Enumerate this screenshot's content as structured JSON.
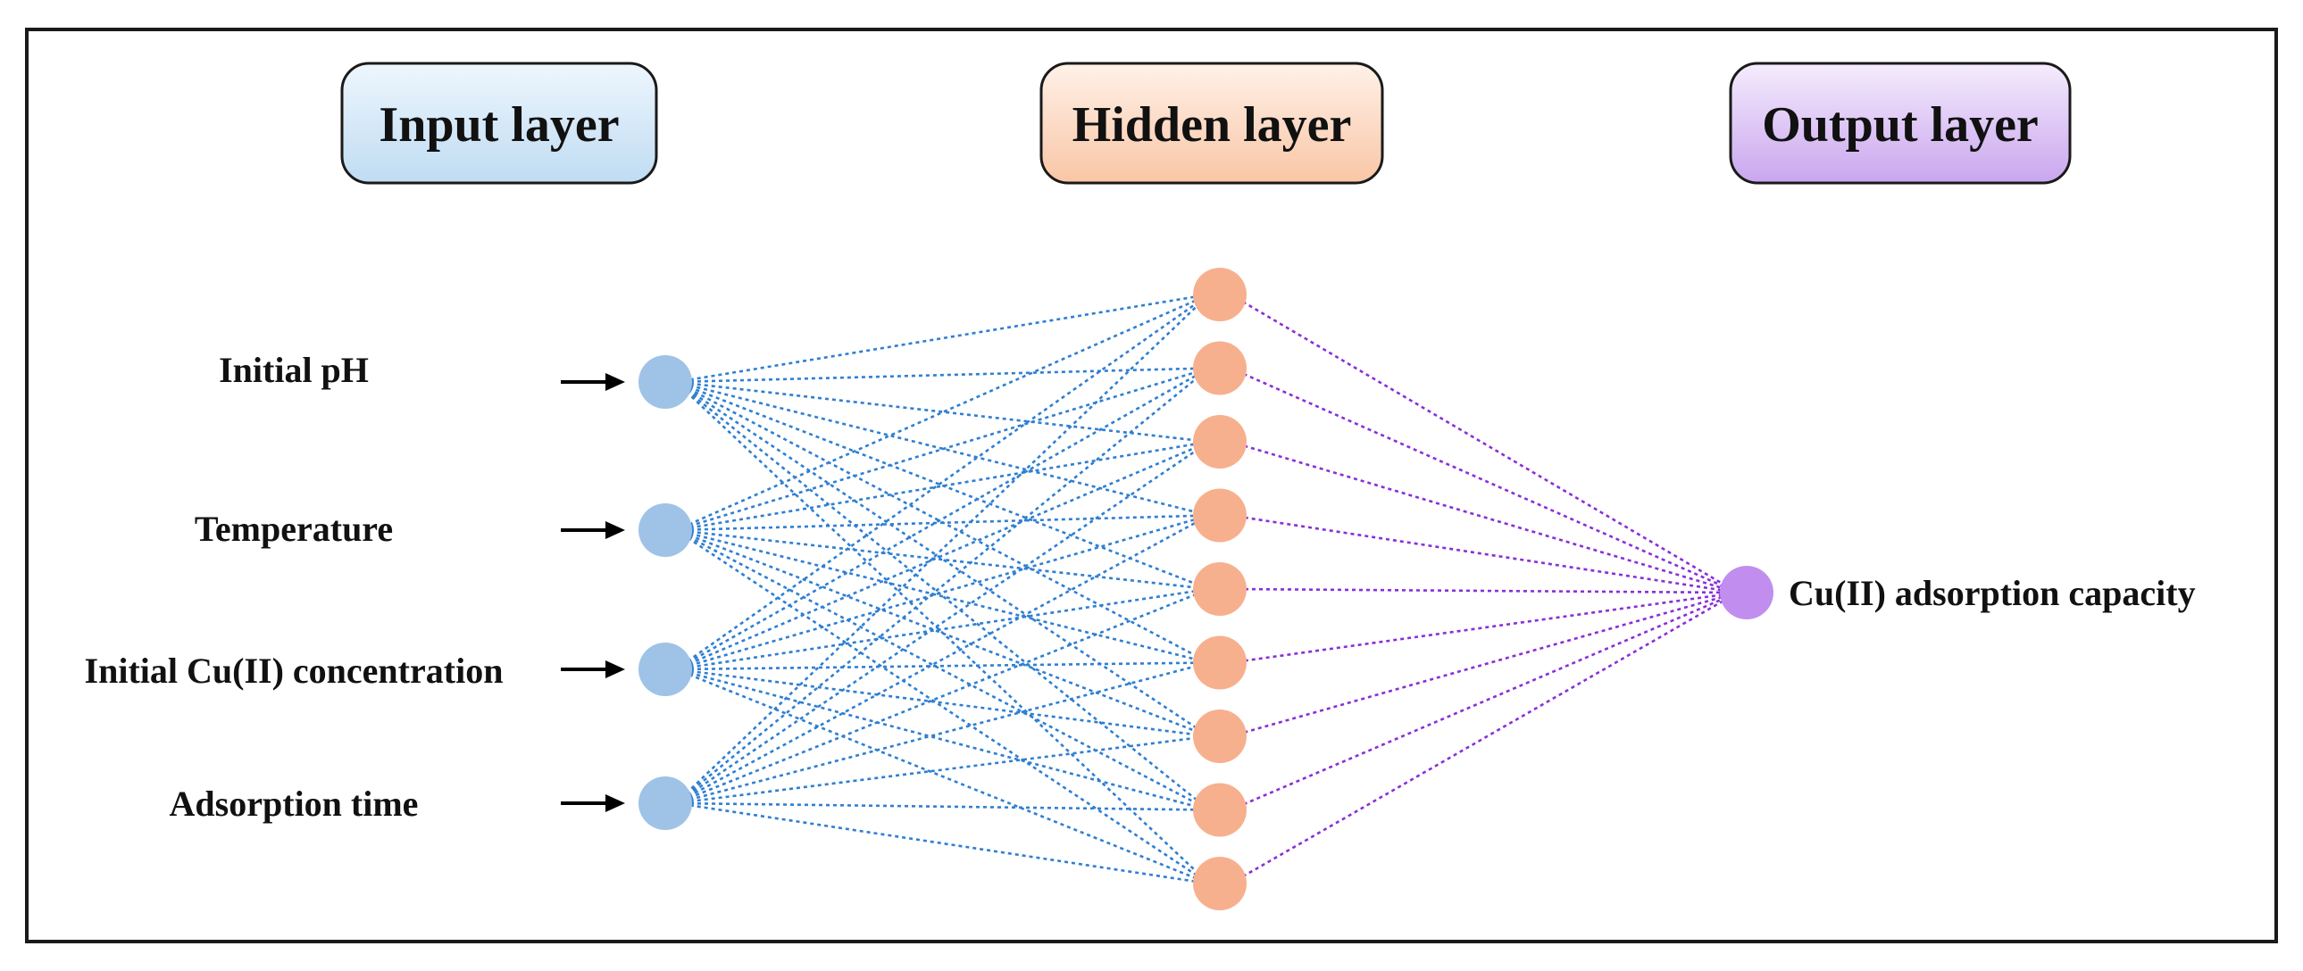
{
  "colors": {
    "frame": "#1a1a1a",
    "input_node": "#9fc3e6",
    "hidden_node": "#f7b08e",
    "output_node": "#c18ef0",
    "input_to_hidden_line": "#2f7fd1",
    "hidden_to_output_line": "#8a2fd6",
    "input_header_top": "#eef6fd",
    "input_header_bottom": "#bfdcf3",
    "hidden_header_top": "#fff1e8",
    "hidden_header_bottom": "#f9c6a6",
    "output_header_top": "#f5ecfd",
    "output_header_bottom": "#c9a6ee"
  },
  "layers": {
    "input": {
      "title": "Input layer",
      "node_count": 4
    },
    "hidden": {
      "title": "Hidden layer",
      "node_count": 9
    },
    "output": {
      "title": "Output layer",
      "node_count": 1
    }
  },
  "inputs": [
    {
      "label": "Initial pH"
    },
    {
      "label": "Temperature"
    },
    {
      "label": "Initial Cu(II) concentration"
    },
    {
      "label": "Adsorption time"
    }
  ],
  "output": {
    "label": "Cu(II) adsorption capacity"
  }
}
